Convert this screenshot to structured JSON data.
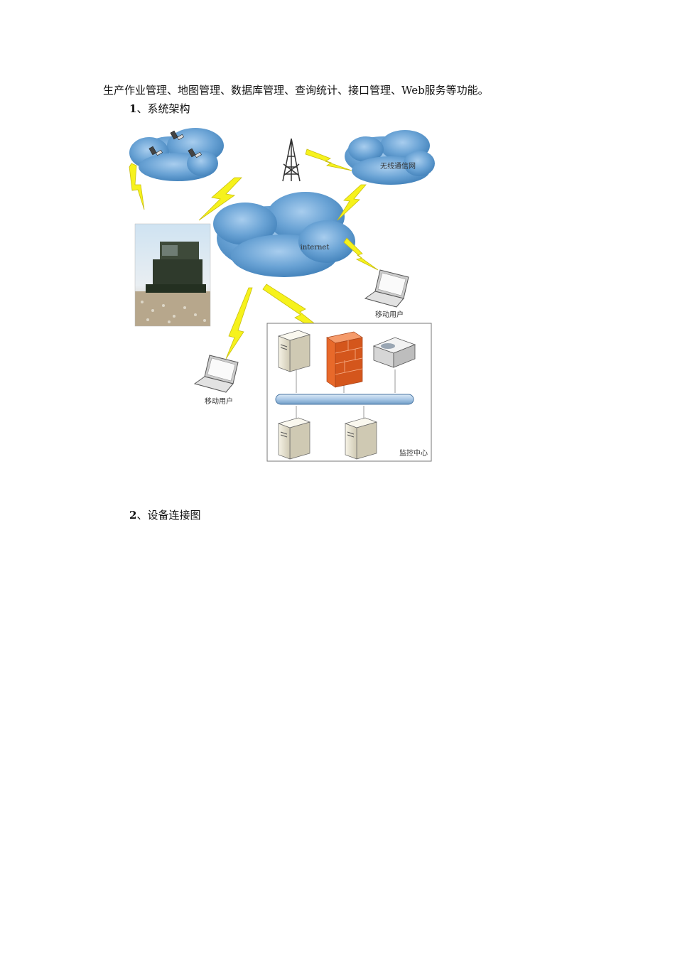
{
  "paragraph": "生产作业管理、地图管理、数据库管理、查询统计、接口管理、Web服务等功能。",
  "section1": {
    "number": "1",
    "sep": "、",
    "title": "系统架构"
  },
  "section2": {
    "number": "2",
    "sep": "、",
    "title": "设备连接图"
  },
  "diagram": {
    "wireless_label": "无线通信网",
    "internet_label": "internet",
    "mobile_user_right": "移动用户",
    "mobile_user_left": "移动用户",
    "monitor_center": "监控中心"
  },
  "colors": {
    "cloud": "#6ea6d6",
    "bolt": "#f6f21c",
    "firewall": "#e8692a",
    "bus": "#a9c8e6"
  }
}
